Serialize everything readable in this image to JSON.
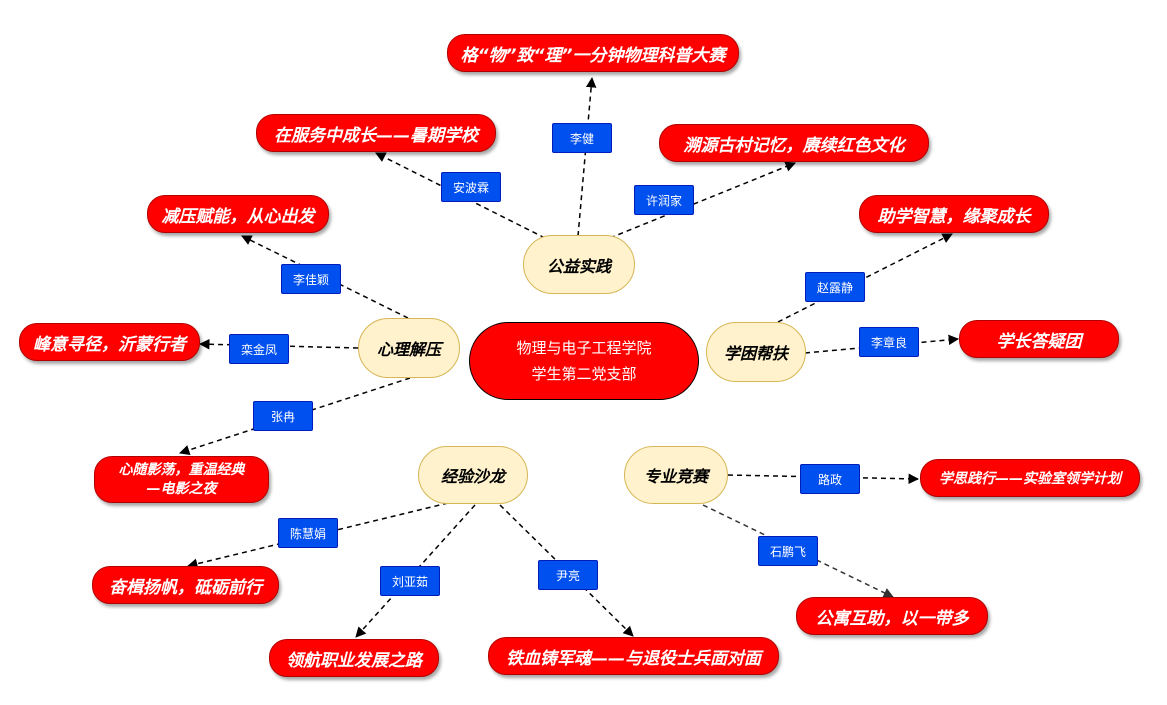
{
  "center": {
    "line1": "物理与电子工程学院",
    "line2": "学生第二党支部"
  },
  "topics": {
    "gongyi": "公益实践",
    "xinli": "心理解压",
    "xuekun": "学困帮扶",
    "jingyan": "经验沙龙",
    "zhuanye": "专业竞赛"
  },
  "leaves": {
    "gewu": "格“物”致“理”一分钟物理科普大赛",
    "fuwu": "在服务中成长——暑期学校",
    "suyuan": "溯源古村记忆，赓续红色文化",
    "jianya": "减压赋能，从心出发",
    "xunjing": "峰意寻径，沂蒙行者",
    "xinsui_line1": "心随影荡，重温经典",
    "xinsui_line2": "—电影之夜",
    "zhuxue": "助学智慧，缘聚成长",
    "dayi": "学长答疑团",
    "xuesi": "学思践行——实验室领学计划",
    "gongyu": "公寓互助，以一带多",
    "fenji": "奋楫扬帆，砥砺前行",
    "linghang": "领航职业发展之路",
    "tiexue": "铁血铸军魂——与退役士兵面对面"
  },
  "names": {
    "lijian": "李健",
    "anbolin": "安波霖",
    "xurunjia": "许润家",
    "lijiaying": "李佳颖",
    "luanjinfeng": "栾金凤",
    "zhangran": "张冉",
    "zhaolujing": "赵露静",
    "lizhangliang": "李章良",
    "luzheng": "路政",
    "shipengfei": "石鹏飞",
    "chenhuijuan": "陈慧娟",
    "liuyaru": "刘亚茹",
    "yinliang": "尹亮"
  },
  "colors": {
    "leaf_fill": "#ff0000",
    "topic_fill": "#fff2cc",
    "name_fill": "#0050ef"
  }
}
